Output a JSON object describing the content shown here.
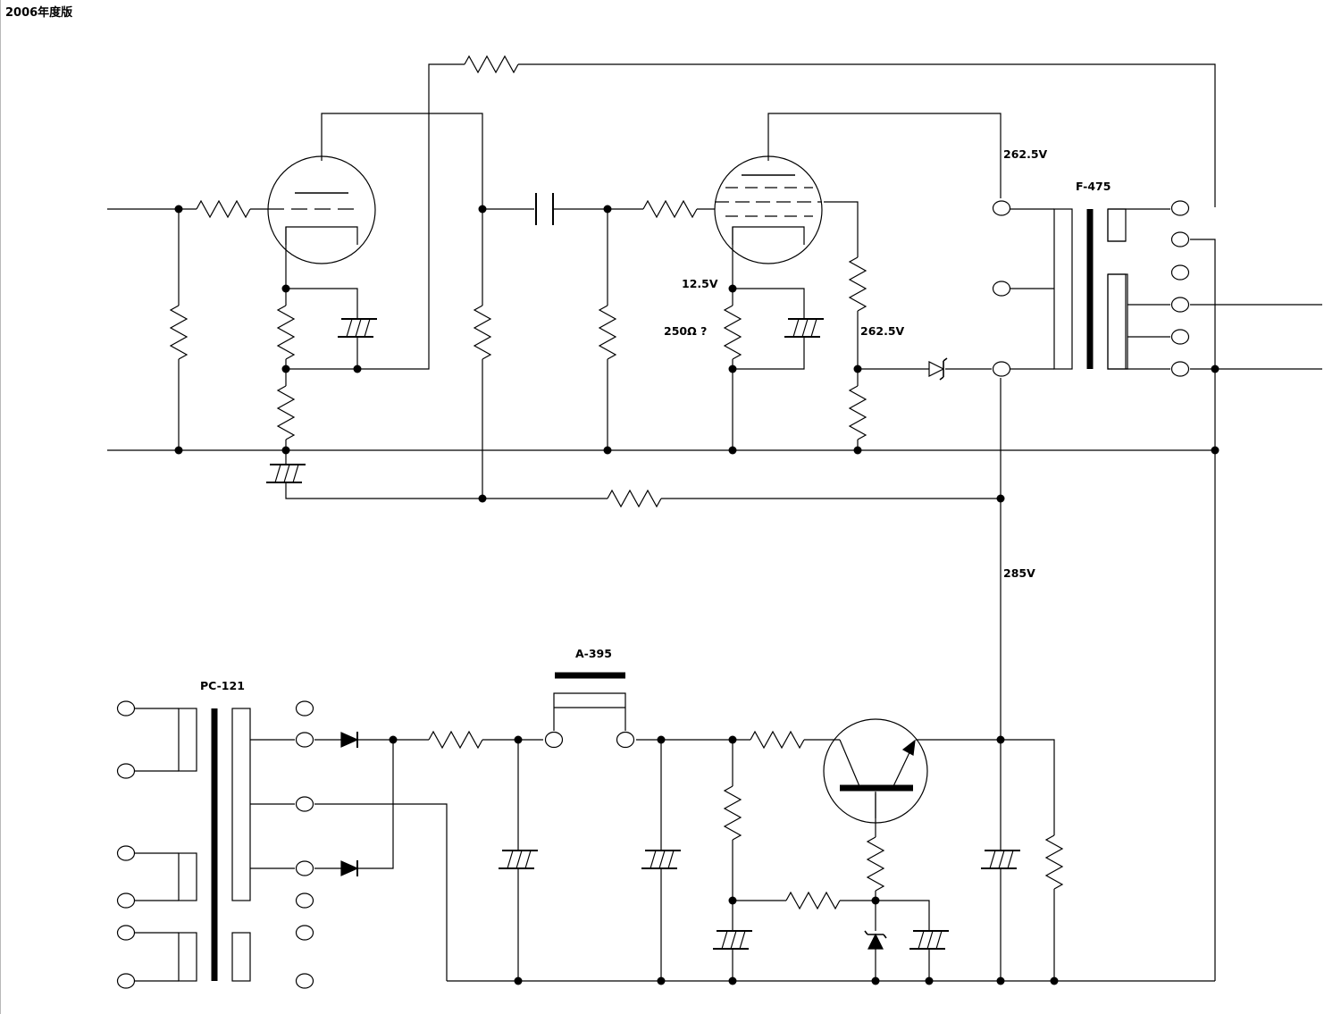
{
  "page": {
    "title": "2006年度版"
  },
  "labels": {
    "output_transformer": "F-475",
    "power_transformer": "PC-121",
    "choke": "A-395",
    "plate_voltage": "262.5V",
    "screen_voltage": "262.5V",
    "cathode_voltage": "12.5V",
    "cathode_resistor": "250Ω ?",
    "supply_voltage": "285V"
  },
  "colors": {
    "wire": "#000000",
    "background": "#ffffff"
  }
}
